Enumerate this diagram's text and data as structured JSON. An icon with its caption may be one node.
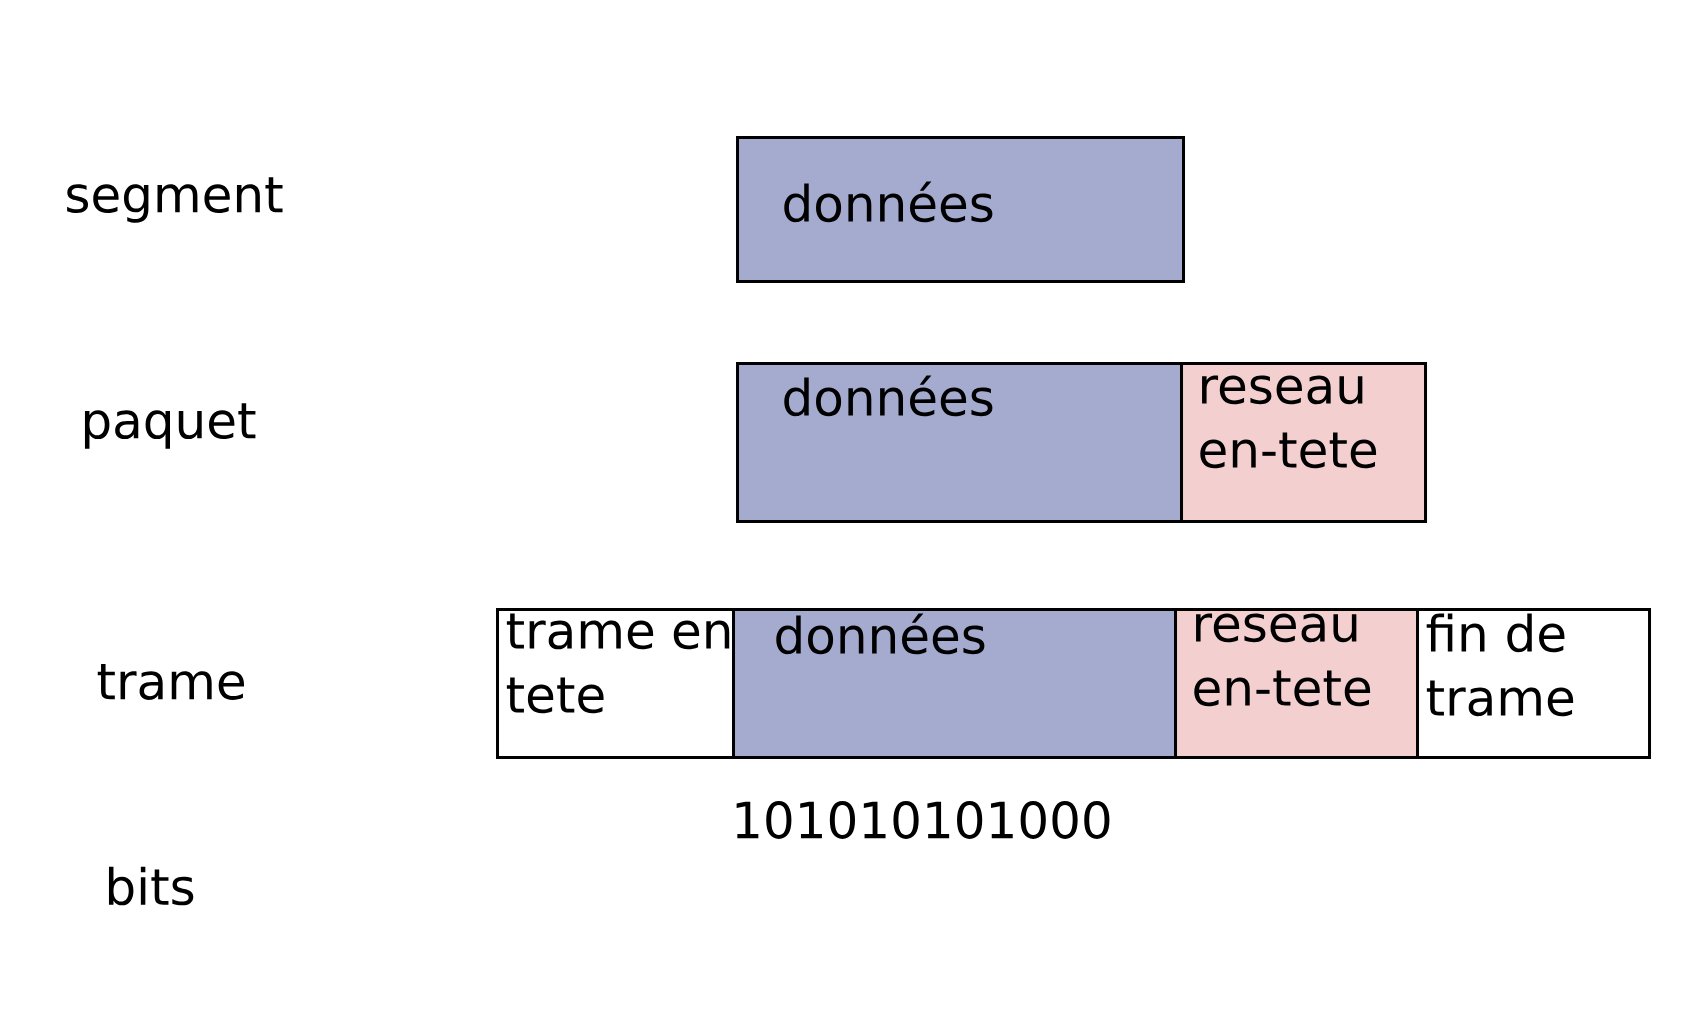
{
  "diagram": {
    "nodes": [
      {
        "text": [
          "données"
        ]
      },
      {
        "text": [
          "données"
        ]
      },
      {
        "text": [
          "reseau en-tete"
        ]
      },
      {
        "text": [
          "trame en tete"
        ]
      },
      {
        "text": [
          "données"
        ]
      },
      {
        "text": [
          "reseau en-tete"
        ]
      },
      {
        "text": [
          "fin de trame"
        ]
      }
    ],
    "labels": [
      "segment",
      "paquet",
      "trame",
      "bits",
      "101010101000"
    ]
  }
}
